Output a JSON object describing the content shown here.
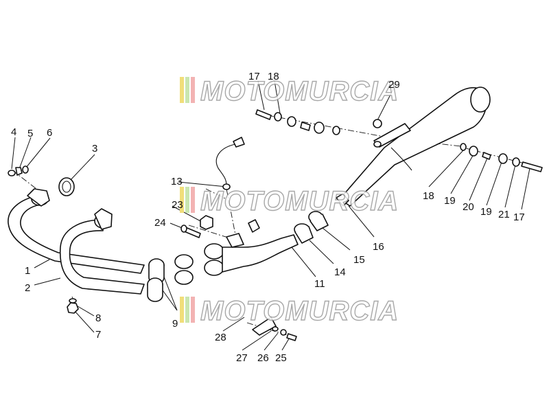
{
  "watermark": {
    "text": "MOTOMURCIA",
    "stripe_colors": [
      "#f1de7a",
      "#c9e6b0",
      "#f3b3b3"
    ]
  },
  "callouts": [
    "1",
    "2",
    "3",
    "4",
    "5",
    "6",
    "7",
    "8",
    "9",
    "11",
    "13",
    "14",
    "15",
    "16",
    "17",
    "18",
    "17",
    "18",
    "19",
    "19",
    "20",
    "21",
    "23",
    "24",
    "25",
    "26",
    "27",
    "28",
    "29"
  ],
  "colors": {
    "line": "#111111",
    "background": "#ffffff"
  }
}
